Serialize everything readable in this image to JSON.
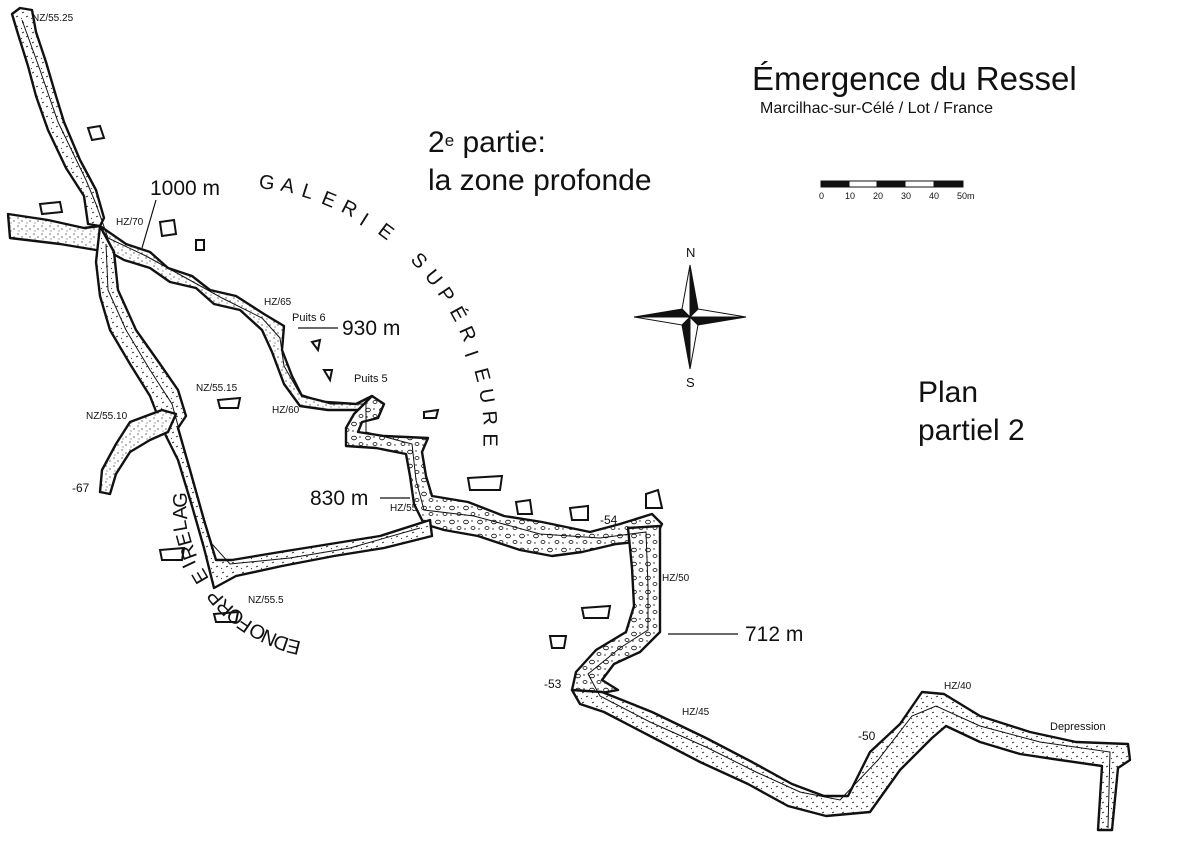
{
  "header": {
    "title": "Émergence du Ressel",
    "subtitle": "Marcilhac-sur-Célé / Lot / France",
    "part_prefix": "2",
    "part_sup": "e",
    "part_suffix": " partie:",
    "part_line2": "la zone profonde",
    "plan_line1": "Plan",
    "plan_line2": "partiel 2"
  },
  "compass": {
    "north": "N",
    "south": "S"
  },
  "scale": {
    "labels": [
      "0",
      "10",
      "20",
      "30",
      "40",
      "50m"
    ]
  },
  "distances": {
    "d1000": "1000 m",
    "d930": "930 m",
    "d830": "830 m",
    "d712": "712 m"
  },
  "galleries": {
    "superieure": [
      "G",
      "A",
      "L",
      "E",
      "R",
      "I",
      "E",
      " ",
      "S",
      "U",
      "P",
      "É",
      "R",
      "I",
      "E",
      "U",
      "R",
      "E"
    ],
    "profonde": [
      "G",
      "A",
      "L",
      "E",
      "R",
      "I",
      "E",
      " ",
      "P",
      "R",
      "O",
      "F",
      "O",
      "N",
      "D",
      "E"
    ]
  },
  "stations": {
    "nz5525": "NZ/55.25",
    "hz70": "HZ/70",
    "hz65": "HZ/65",
    "puits6": "Puits 6",
    "puits5": "Puits 5",
    "hz60": "HZ/60",
    "nz5515": "NZ/55.15",
    "nz5510": "NZ/55.10",
    "hz55": "HZ/55",
    "nz555": "NZ/55.5",
    "hz50": "HZ/50",
    "hz45": "HZ/45",
    "hz40": "HZ/40",
    "depression": "Depression"
  },
  "depths": {
    "m67": "-67",
    "m54": "-54",
    "m53": "-53",
    "m50": "-50"
  },
  "colors": {
    "ink": "#111111",
    "paper": "#ffffff"
  }
}
